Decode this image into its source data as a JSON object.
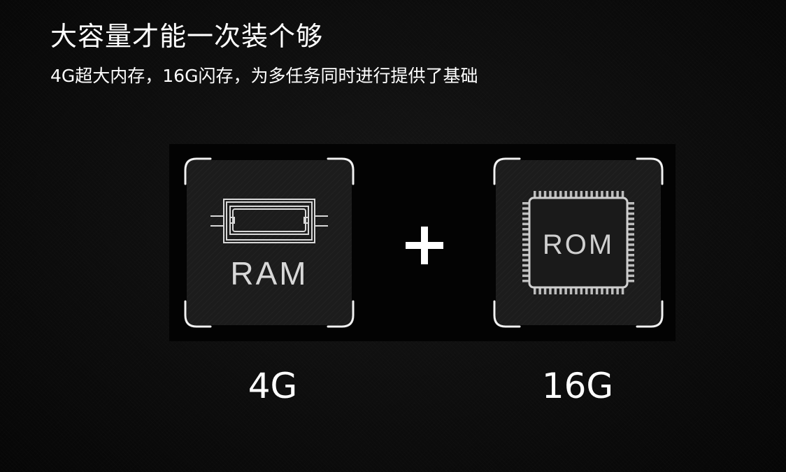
{
  "headline": "大容量才能一次装个够",
  "subline": "4G超大内存，16G闪存，为多任务同时进行提供了基础",
  "ram": {
    "chip_label": "RAM",
    "capacity": "4G",
    "icon": "ram-chip-icon"
  },
  "rom": {
    "chip_label": "ROM",
    "capacity": "16G",
    "icon": "rom-chip-icon"
  },
  "operator": "plus-icon",
  "colors": {
    "background": "#0d0d0d",
    "text": "#ffffff",
    "chip_line": "#cfcfcf",
    "tile": "#1e1e1e"
  }
}
